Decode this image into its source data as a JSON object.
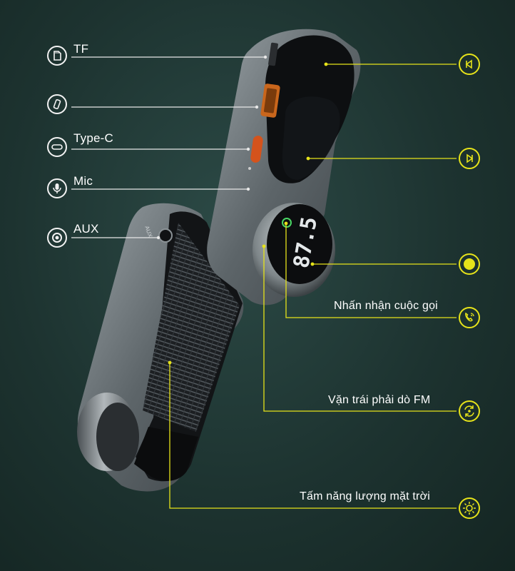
{
  "left_labels": {
    "tf": "TF",
    "type_c": "Type-C",
    "mic": "Mic",
    "aux": "AUX"
  },
  "right_labels": {
    "answer_call": "Nhấn nhận cuộc gọi",
    "tune_fm": "Vặn trái phải dò FM",
    "solar_panel": "Tấm năng lượng mặt trời"
  },
  "device": {
    "display_reading": "87.5",
    "aux_port_text": "AUX"
  },
  "colors": {
    "background": "#1d3330",
    "left_line": "#e8e8e8",
    "right_line": "#e6e31a",
    "accent": "#e6e31a"
  },
  "icons": {
    "left": [
      "sd-card-icon",
      "usb-drive-icon",
      "usb-c-icon",
      "microphone-icon",
      "aux-jack-icon"
    ],
    "right": [
      "previous-track-icon",
      "next-track-icon",
      "knob-button-icon",
      "phone-call-icon",
      "rotate-tune-icon",
      "sun-icon"
    ]
  }
}
